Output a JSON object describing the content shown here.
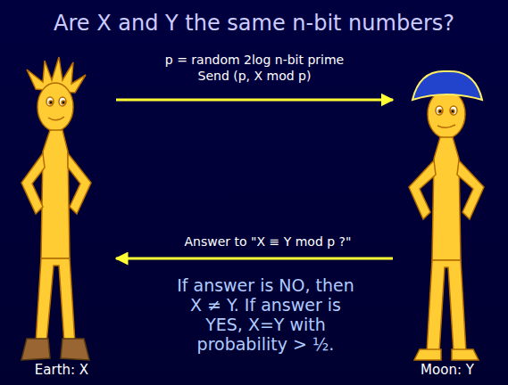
{
  "diagram": {
    "title": "Are X and Y the same n-bit numbers?",
    "nodes": [
      {
        "text": [
          "Earth: X"
        ]
      },
      {
        "text": [
          "Moon: Y"
        ]
      }
    ],
    "edges": [
      {
        "from": 0,
        "to": 1,
        "arrow": "to",
        "label": "p = random 2log n-bit prime Send (p, X mod p)"
      },
      {
        "from": 1,
        "to": 0,
        "arrow": "to",
        "label": "Answer to \"X ≡ Y mod p ?\""
      }
    ],
    "labels": [
      "If answer is NO, then X ≠ Y. If answer is YES, X=Y with probability > ½."
    ]
  }
}
